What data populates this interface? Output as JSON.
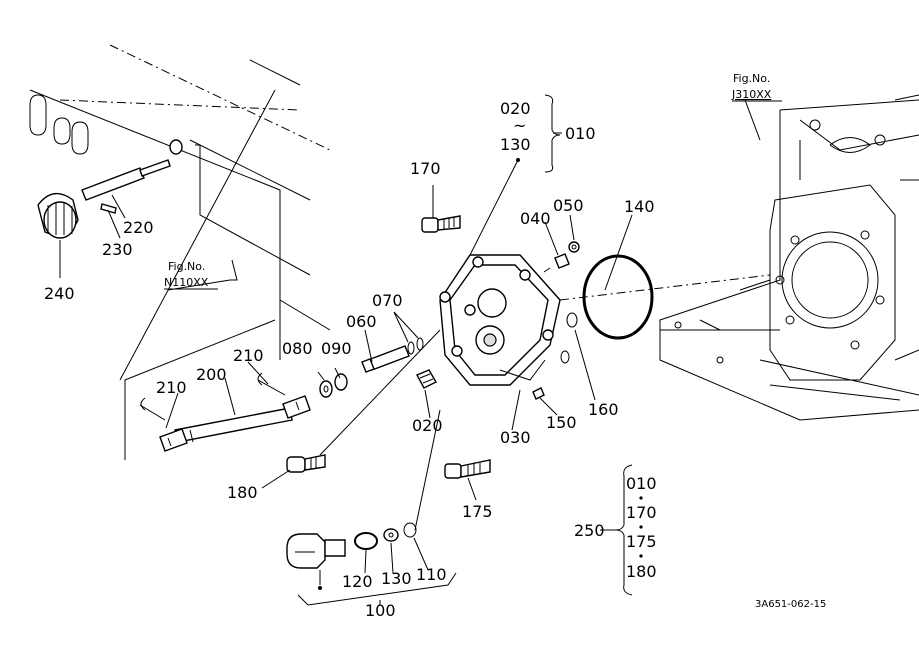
{
  "diagram": {
    "ref_code": "3A651-062-15",
    "fig_refs": [
      {
        "label": "Fig.No.",
        "code": "J310XX"
      },
      {
        "label": "Fig.No.",
        "code": "N110XX"
      }
    ],
    "groups": {
      "top": {
        "from": "020",
        "tilde": "~",
        "to": "130",
        "id": "010"
      },
      "bottom_id": "100",
      "set": {
        "id": "250",
        "items": [
          "010",
          "170",
          "175",
          "180"
        ]
      }
    },
    "parts": [
      "170",
      "040",
      "050",
      "140",
      "220",
      "230",
      "240",
      "070",
      "060",
      "210",
      "080",
      "090",
      "200",
      "020",
      "030",
      "150",
      "160",
      "180",
      "175",
      "120",
      "130",
      "110"
    ]
  }
}
